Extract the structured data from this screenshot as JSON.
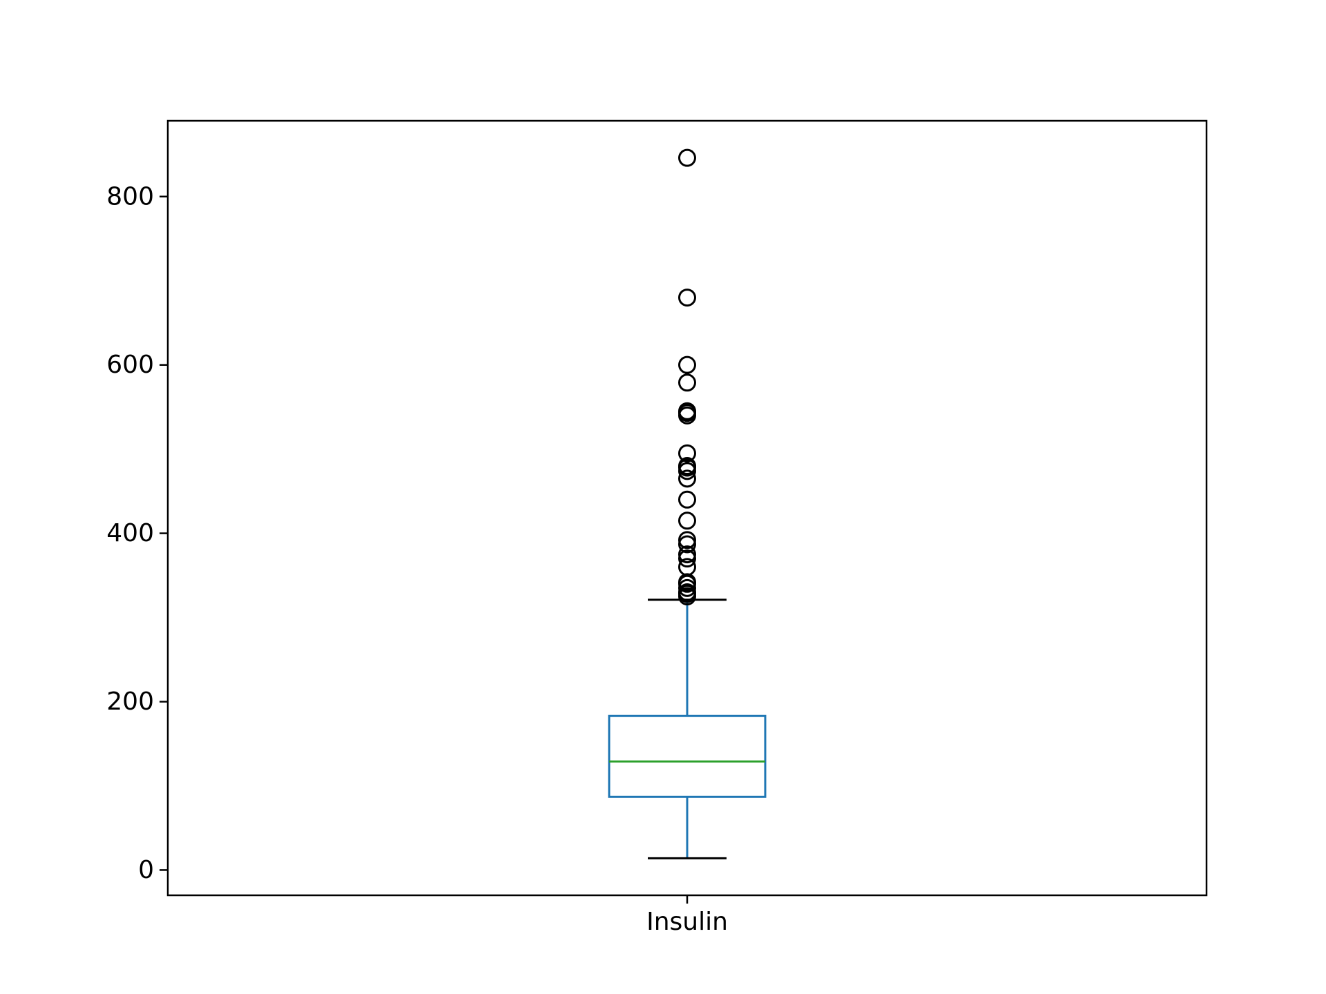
{
  "chart_data": {
    "type": "box",
    "title": "",
    "xlabel": "",
    "ylabel": "",
    "categories": [
      "Insulin"
    ],
    "ylim": [
      -30,
      890
    ],
    "yticks": [
      0,
      200,
      400,
      600,
      800
    ],
    "ytick_labels": [
      "0",
      "200",
      "400",
      "600",
      "800"
    ],
    "grid": false,
    "boxes": [
      {
        "category": "Insulin",
        "whisker_low": 14,
        "q1": 87,
        "median": 129,
        "q3": 183,
        "whisker_high": 321,
        "outliers": [
          325,
          328,
          330,
          335,
          340,
          342,
          360,
          370,
          375,
          387,
          392,
          415,
          440,
          465,
          474,
          478,
          480,
          495,
          540,
          543,
          545,
          579,
          600,
          680,
          846
        ]
      }
    ],
    "colors": {
      "box": "#1f77b4",
      "median": "#2ca02c",
      "whisker_cap": "#000000",
      "outlier": "#000000",
      "axes": "#000000"
    }
  }
}
